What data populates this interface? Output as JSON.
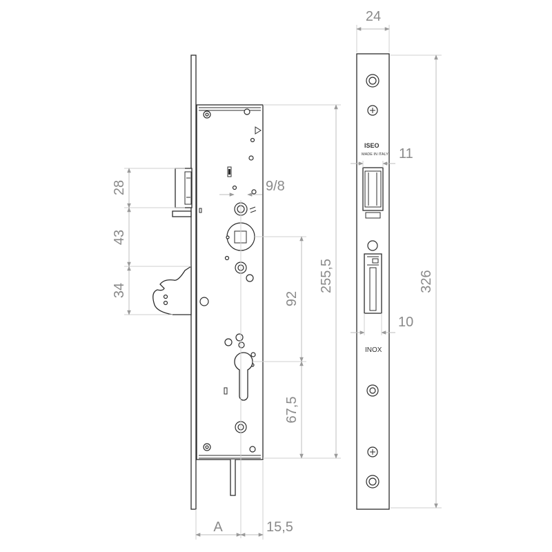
{
  "diagram": {
    "dimensions": {
      "width_faceplate": "24",
      "latch_height": "28",
      "latch_to_handle": "43",
      "hook_height": "34",
      "follower_size": "9/8",
      "follower_to_cylinder": "92",
      "total_case_height": "255,5",
      "faceplate_length": "326",
      "latch_width": "11",
      "bolt_width": "10",
      "cylinder_to_bottom": "67,5",
      "backset": "A",
      "case_offset": "15,5"
    },
    "labels": {
      "brand": "ISEO",
      "made_in": "MADE IN ITALY",
      "material": "INOX"
    },
    "colors": {
      "line": "#2b2b2b",
      "dimension": "#8a8a8a"
    }
  }
}
